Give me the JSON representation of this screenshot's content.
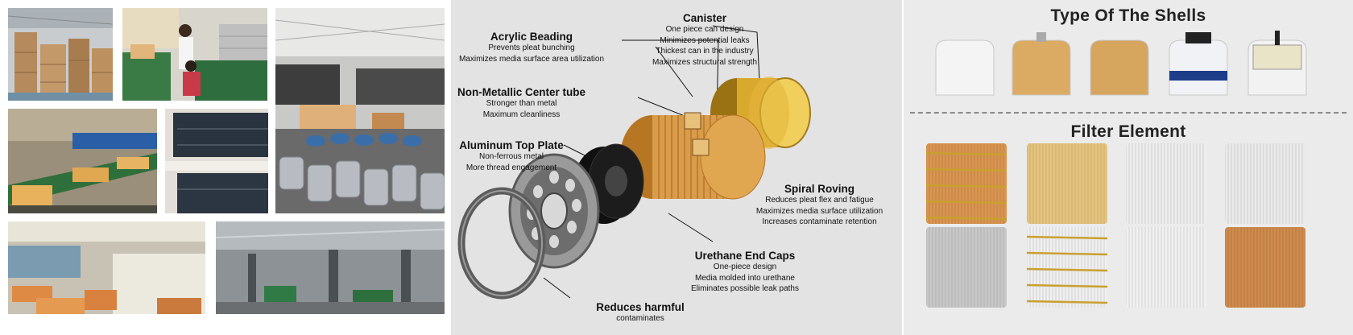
{
  "diagram": {
    "canister": {
      "title": "Canister",
      "lines": [
        "One piece can design",
        "Minimizes potential leaks",
        "Thickest can in the industry",
        "Maximizes structural strength"
      ]
    },
    "acrylic": {
      "title": "Acrylic Beading",
      "lines": [
        "Prevents pleat bunching",
        "Maximizes media surface area utilization"
      ]
    },
    "center_tube": {
      "title": "Non-Metallic Center tube",
      "lines": [
        "Stronger than metal",
        "Maximum cleanliness"
      ]
    },
    "top_plate": {
      "title": "Aluminum Top Plate",
      "lines": [
        "Non-ferrous metal",
        "More thread engagement"
      ]
    },
    "spiral": {
      "title": "Spiral Roving",
      "lines": [
        "Reduces pleat flex and fatigue",
        "Maximizes media surface utilization",
        "Increases contaminate retention"
      ]
    },
    "end_caps": {
      "title": "Urethane  End Caps",
      "lines": [
        "One-piece design",
        "Media molded into urethane",
        "Eliminates possible leak paths"
      ]
    },
    "harmful": {
      "title": "Reduces harmful",
      "lines": [
        "contaminates"
      ]
    }
  },
  "products": {
    "shells_title": "Type Of The Shells",
    "element_title": "Filter Element",
    "shells": [
      {
        "body": "#f4f4f4",
        "top": "white-dome"
      },
      {
        "body": "#dcab63",
        "top": "nozzle"
      },
      {
        "body": "#d6a55e",
        "top": "plain"
      },
      {
        "body": "#f0f2f5",
        "top": "black-cap"
      },
      {
        "body": "#f2f2f2",
        "top": "clear-bowl"
      }
    ],
    "elements": [
      {
        "color": "#d99550",
        "bands": "#c9a030",
        "style": "orange-bands"
      },
      {
        "color": "#e6c47e",
        "bands": "",
        "style": "tan-plain"
      },
      {
        "color": "#ededed",
        "bands": "",
        "style": "white"
      },
      {
        "color": "#eaeaea",
        "bands": "",
        "style": "white"
      },
      {
        "color": "#c8c8c8",
        "bands": "",
        "style": "grey"
      },
      {
        "color": "#efefef",
        "bands": "#c9a030",
        "style": "white-bands"
      },
      {
        "color": "#f0f0f0",
        "bands": "",
        "style": "white"
      },
      {
        "color": "#cf8a4c",
        "bands": "",
        "style": "orange"
      }
    ]
  }
}
